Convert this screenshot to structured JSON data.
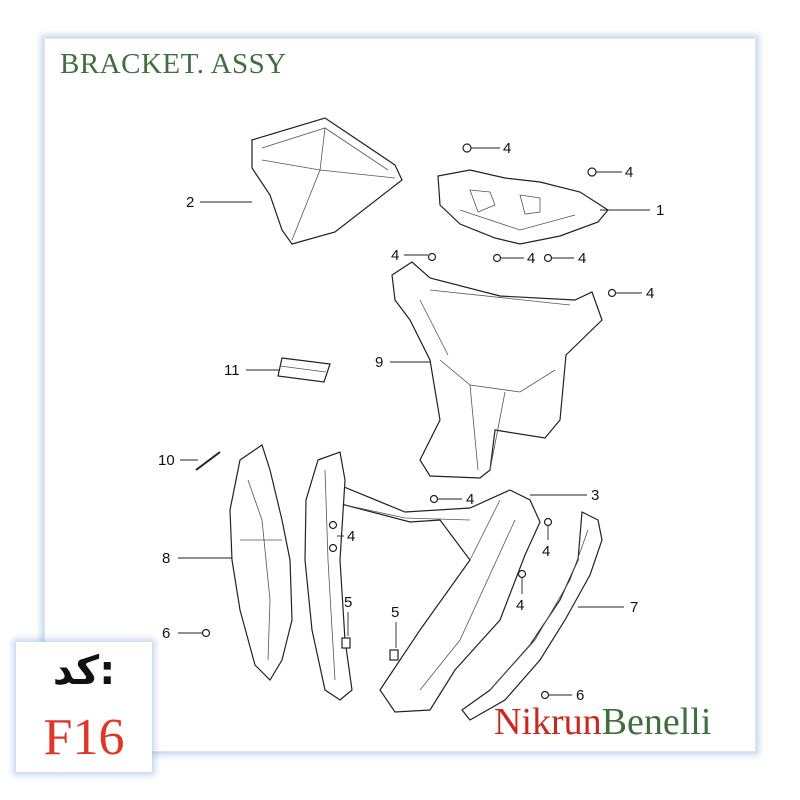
{
  "title": "BRACKET. ASSY",
  "code": {
    "label": "کد:",
    "value": "F16"
  },
  "brand": {
    "part1": "Nikrun",
    "part2": "Benelli"
  },
  "callouts": {
    "c1": "1",
    "c2": "2",
    "c3": "3",
    "c4a": "4",
    "c4b": "4",
    "c4c": "4",
    "c4d": "4",
    "c4e": "4",
    "c4f": "4",
    "c4g": "4",
    "c4h": "4",
    "c4i": "4",
    "c4j": "4",
    "c5a": "5",
    "c5b": "5",
    "c6a": "6",
    "c6b": "6",
    "c7": "7",
    "c8": "8",
    "c9": "9",
    "c10": "10",
    "c11": "11"
  }
}
